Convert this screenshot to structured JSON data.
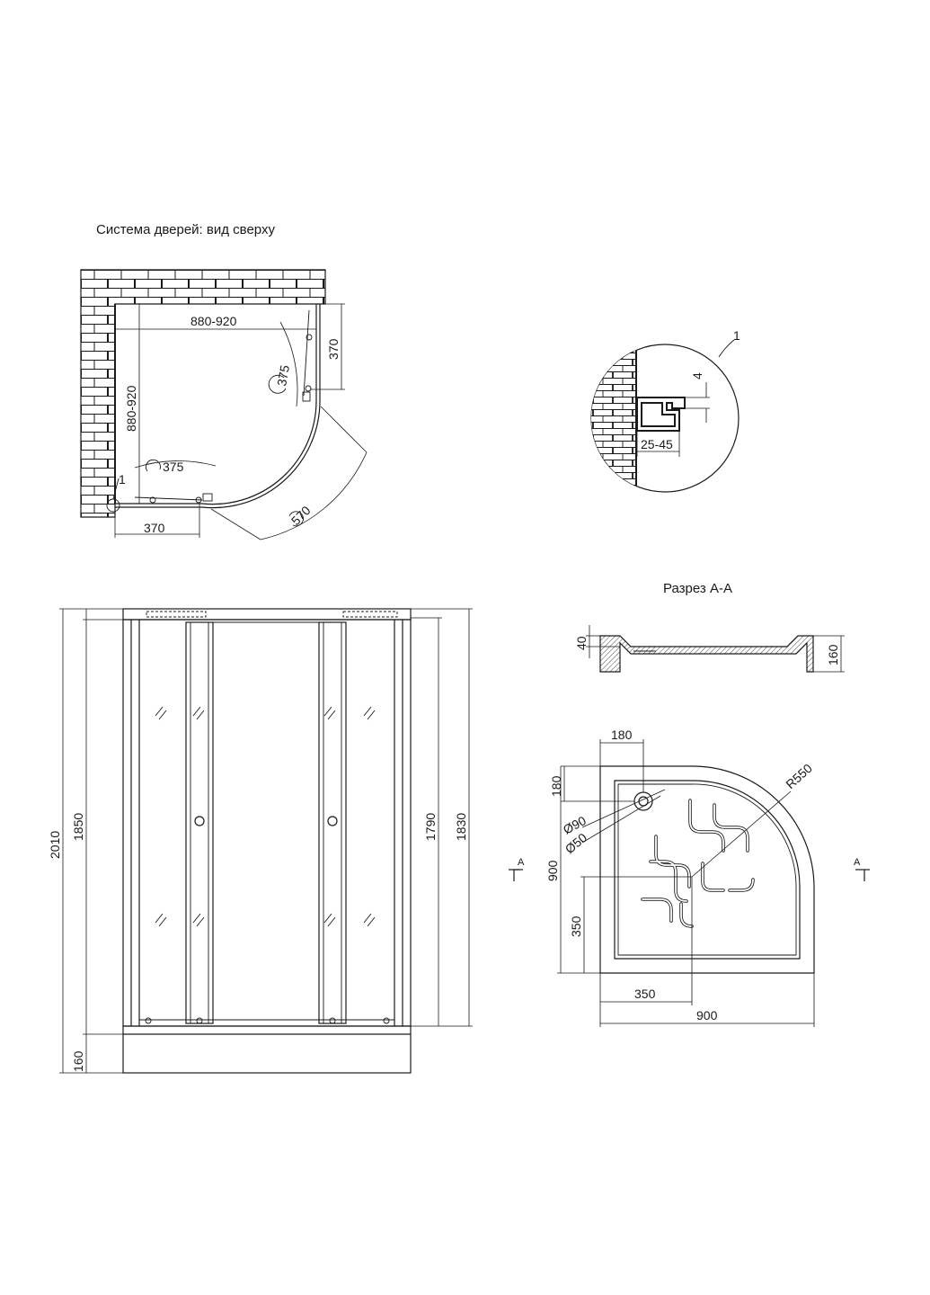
{
  "top_view": {
    "title": "Система дверей: вид сверху",
    "dim_width": "880-920",
    "dim_depth": "880-920",
    "dim_right": "370",
    "dim_bottom": "370",
    "dim_arc_top": "375",
    "dim_arc_left": "375",
    "dim_radius": "570",
    "callout": "1"
  },
  "detail": {
    "callout": "1",
    "dim_gap": "4",
    "dim_range": "25-45"
  },
  "front_view": {
    "dim_total": "2010",
    "dim_1850": "1850",
    "dim_1790": "1790",
    "dim_1830": "1830",
    "dim_tray": "160"
  },
  "section": {
    "title": "Разрез А-А",
    "dim_depth": "40",
    "dim_height": "160"
  },
  "tray": {
    "dim_180_top": "180",
    "dim_180_side": "180",
    "dim_radius": "R550",
    "dim_d90": "Ø90",
    "dim_d50": "Ø50",
    "dim_900_side": "900",
    "dim_350_side": "350",
    "dim_350_bottom": "350",
    "dim_900_bottom": "900",
    "marker_left": "A",
    "marker_right": "A"
  }
}
